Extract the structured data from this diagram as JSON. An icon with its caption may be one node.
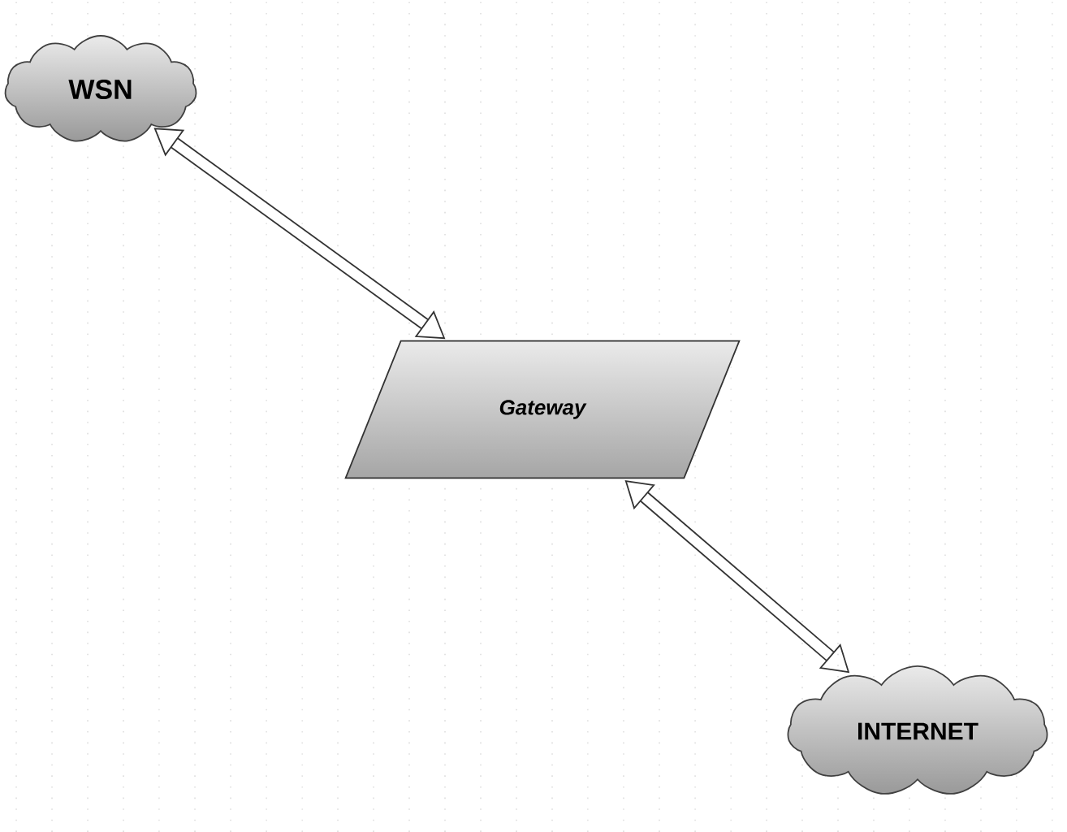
{
  "diagram": {
    "nodes": [
      {
        "text": [
          "WSN"
        ]
      },
      {
        "text": [
          "Gateway"
        ]
      },
      {
        "text": [
          "INTERNET"
        ]
      }
    ],
    "edges": [
      {
        "from": 0,
        "to": 1,
        "arrow": "both"
      },
      {
        "from": 1,
        "to": 2,
        "arrow": "both"
      }
    ]
  }
}
